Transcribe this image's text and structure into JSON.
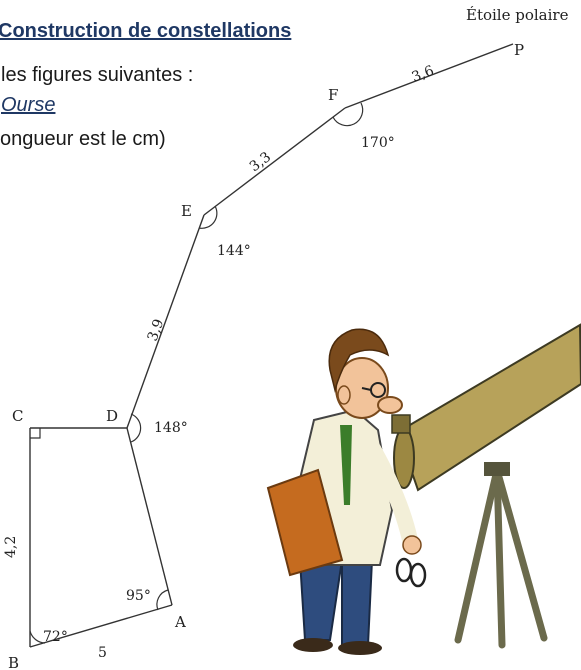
{
  "heading": {
    "title": "Construction de constellations",
    "line1": "les figures suivantes :",
    "line2": "Ourse",
    "line3": "ongueur est le cm)"
  },
  "figure": {
    "points": {
      "P": "P",
      "F": "F",
      "E": "E",
      "D": "D",
      "C": "C",
      "B": "B",
      "A": "A"
    },
    "polaris_label": "Étoile polaire",
    "lengths": {
      "FP": "3,6",
      "EF": "3,3",
      "DE": "3,9",
      "BC": "4,2",
      "AB": "5"
    },
    "angles": {
      "F": "170°",
      "E": "144°",
      "D": "148°",
      "A": "95°",
      "B": "72°"
    },
    "colors": {
      "line": "#333333",
      "telescope": "#b7a25a",
      "coat": "#f3efd8",
      "hair": "#7a4a1c",
      "trousers": "#2e4c7e",
      "folder": "#c56b1f"
    }
  },
  "illustration": {
    "icon": "astronomer-with-telescope-illustration"
  }
}
